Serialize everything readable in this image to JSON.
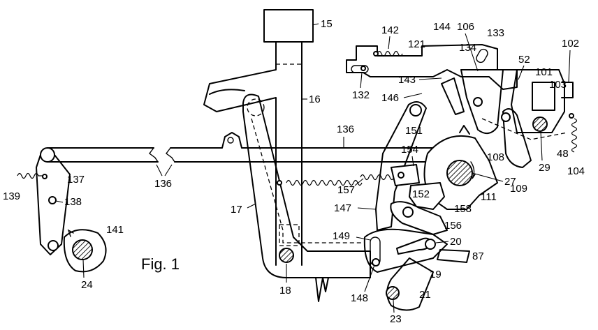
{
  "figure": {
    "caption": "Fig. 1",
    "labels": [
      {
        "id": "15"
      },
      {
        "id": "16"
      },
      {
        "id": "17"
      },
      {
        "id": "18"
      },
      {
        "id": "19"
      },
      {
        "id": "20"
      },
      {
        "id": "21"
      },
      {
        "id": "23"
      },
      {
        "id": "24"
      },
      {
        "id": "27"
      },
      {
        "id": "29"
      },
      {
        "id": "48"
      },
      {
        "id": "52"
      },
      {
        "id": "87"
      },
      {
        "id": "101"
      },
      {
        "id": "102"
      },
      {
        "id": "103"
      },
      {
        "id": "104"
      },
      {
        "id": "106"
      },
      {
        "id": "108"
      },
      {
        "id": "109"
      },
      {
        "id": "111"
      },
      {
        "id": "121"
      },
      {
        "id": "132"
      },
      {
        "id": "133"
      },
      {
        "id": "134"
      },
      {
        "id": "136"
      },
      {
        "id": "136"
      },
      {
        "id": "137"
      },
      {
        "id": "138"
      },
      {
        "id": "139"
      },
      {
        "id": "141"
      },
      {
        "id": "142"
      },
      {
        "id": "143"
      },
      {
        "id": "144"
      },
      {
        "id": "146"
      },
      {
        "id": "147"
      },
      {
        "id": "148"
      },
      {
        "id": "149"
      },
      {
        "id": "151"
      },
      {
        "id": "152"
      },
      {
        "id": "154"
      },
      {
        "id": "156"
      },
      {
        "id": "157"
      },
      {
        "id": "158"
      }
    ]
  }
}
